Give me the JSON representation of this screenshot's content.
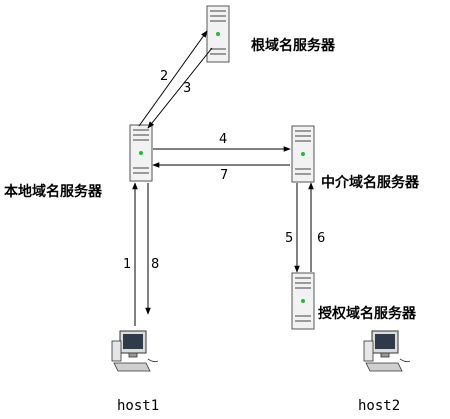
{
  "nodes": {
    "root": {
      "label": "根域名服务器"
    },
    "local": {
      "label": "本地域名服务器"
    },
    "intermediate": {
      "label": "中介域名服务器"
    },
    "authoritative": {
      "label": "授权域名服务器"
    },
    "host1": {
      "label": "host1"
    },
    "host2": {
      "label": "host2"
    }
  },
  "steps": [
    "1",
    "2",
    "3",
    "4",
    "5",
    "6",
    "7",
    "8"
  ],
  "colors": {
    "line": "#000000",
    "server_body": "#f2f2f2",
    "server_stripe": "#9a9a9a",
    "led": "#22bb33",
    "screen": "#2f3a4a"
  }
}
